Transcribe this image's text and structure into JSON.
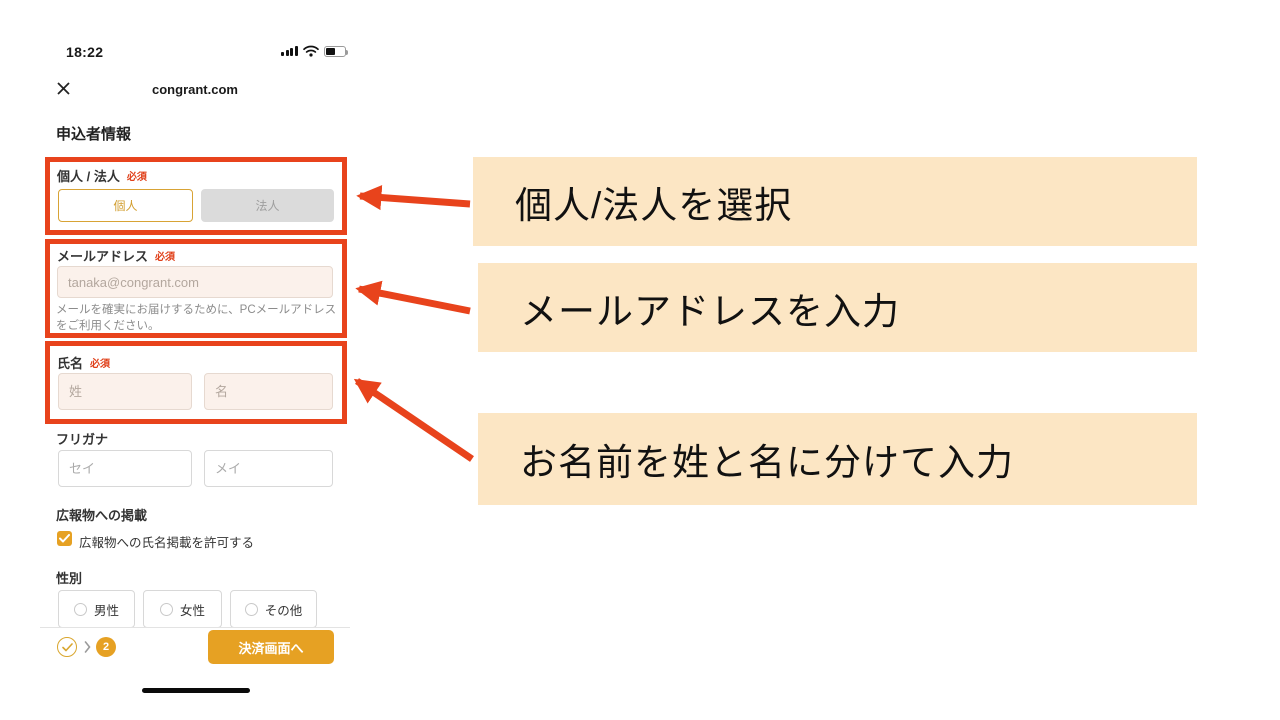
{
  "status_bar": {
    "time": "18:22"
  },
  "browser_header": {
    "title": "congrant.com"
  },
  "form": {
    "section_title": "申込者情報",
    "required_badge": "必須",
    "entity_type": {
      "label": "個人 / 法人",
      "options": [
        {
          "label": "個人",
          "selected": true
        },
        {
          "label": "法人",
          "selected": false
        }
      ]
    },
    "email": {
      "label": "メールアドレス",
      "placeholder": "tanaka@congrant.com",
      "helper": "メールを確実にお届けするために、PCメールアドレスをご利用ください。"
    },
    "name": {
      "label": "氏名",
      "last_placeholder": "姓",
      "first_placeholder": "名"
    },
    "furigana": {
      "label": "フリガナ",
      "last_placeholder": "セイ",
      "first_placeholder": "メイ"
    },
    "publication": {
      "label": "広報物への掲載",
      "checkbox_label": "広報物への氏名掲載を許可する",
      "checked": true
    },
    "gender": {
      "label": "性別",
      "options": [
        "男性",
        "女性",
        "その他"
      ]
    },
    "footer": {
      "step": "2",
      "submit_label": "決済画面へ"
    }
  },
  "annotations": [
    {
      "text": "個人/法人を選択"
    },
    {
      "text": "メールアドレスを入力"
    },
    {
      "text": "お名前を姓と名に分けて入力"
    }
  ],
  "icons": {
    "close": "✕",
    "check": "✓",
    "chevron": "›",
    "signal": "signal-bars",
    "wifi": "wifi",
    "battery": "battery-half"
  },
  "colors": {
    "highlight_red": "#E8431C",
    "annotation_bg": "#FCE6C4",
    "accent_gold": "#E6A123",
    "required_red": "#E0401A",
    "input_tint": "#FBF1EB"
  }
}
